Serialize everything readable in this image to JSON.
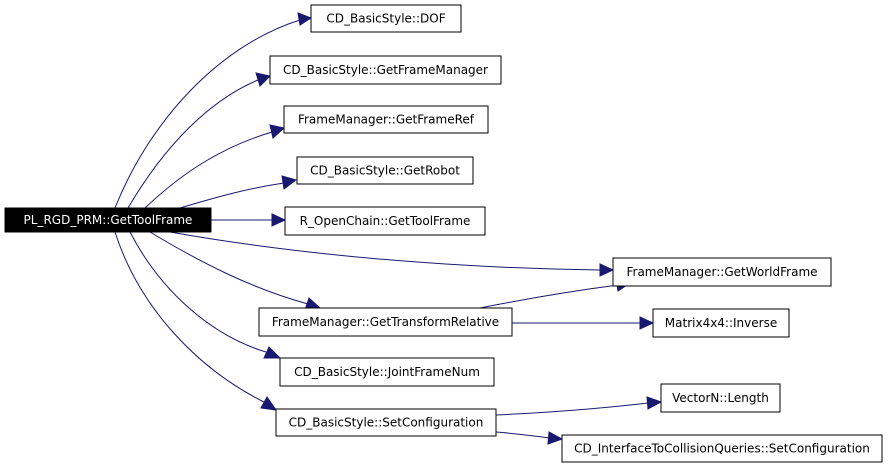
{
  "graph": {
    "root": "PL_RGD_PRM::GetToolFrame",
    "nodes": {
      "n0": "PL_RGD_PRM::GetToolFrame",
      "n1": "CD_BasicStyle::DOF",
      "n2": "CD_BasicStyle::GetFrameManager",
      "n3": "FrameManager::GetFrameRef",
      "n4": "CD_BasicStyle::GetRobot",
      "n5": "R_OpenChain::GetToolFrame",
      "n6": "FrameManager::GetWorldFrame",
      "n7": "FrameManager::GetTransformRelative",
      "n8": "Matrix4x4::Inverse",
      "n9": "CD_BasicStyle::JointFrameNum",
      "n10": "CD_BasicStyle::SetConfiguration",
      "n11": "VectorN::Length",
      "n12": "CD_InterfaceToCollisionQueries::SetConfiguration"
    },
    "edges": [
      [
        "n0",
        "n1"
      ],
      [
        "n0",
        "n2"
      ],
      [
        "n0",
        "n3"
      ],
      [
        "n0",
        "n4"
      ],
      [
        "n0",
        "n5"
      ],
      [
        "n0",
        "n6"
      ],
      [
        "n0",
        "n7"
      ],
      [
        "n0",
        "n9"
      ],
      [
        "n0",
        "n10"
      ],
      [
        "n7",
        "n6"
      ],
      [
        "n7",
        "n8"
      ],
      [
        "n10",
        "n11"
      ],
      [
        "n10",
        "n12"
      ]
    ],
    "colors": {
      "edge": "#191970",
      "root_fill": "#000000",
      "root_text": "#ffffff"
    }
  }
}
